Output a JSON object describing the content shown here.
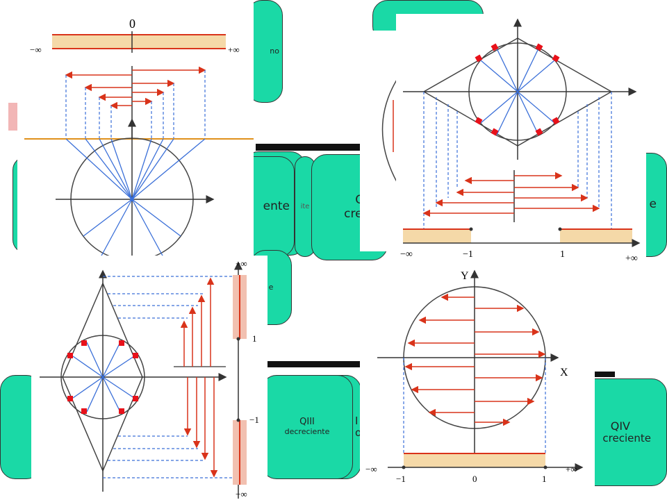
{
  "cards": {
    "top_right_fragment": "no",
    "mid_cut_fragment": "ente",
    "mid_label_a": "Q",
    "mid_label_b": "crec",
    "right_fragment": "e",
    "mid_small_fragment": "e",
    "ite_fragment": "ite",
    "qiii_title": "QIII",
    "qiii_sub": "decreciente",
    "qiv_title": "QIV",
    "qiv_sub": "creciente",
    "bottom_mid_fragment_a": "I",
    "bottom_mid_fragment_b": "o"
  },
  "diagram_top_left": {
    "zero": "0",
    "minus_inf": "−∞",
    "plus_inf": "+∞"
  },
  "diagram_top_right": {
    "minus_inf": "−∞",
    "minus_one": "−1",
    "one": "1",
    "plus_inf": "+∞"
  },
  "diagram_bottom_left": {
    "plus_inf": "+∞",
    "one": "1",
    "minus_one": "−1",
    "minus_inf": "−∞"
  },
  "diagram_bottom_right": {
    "y_axis": "Y",
    "x_axis": "X",
    "minus_inf": "−∞",
    "minus_one": "−1",
    "zero": "0",
    "one": "1",
    "plus_inf": "+∞"
  },
  "colors": {
    "card": "#1ad9a6",
    "arrow": "#d9331a",
    "dashed": "#3a6fd8",
    "ray": "#3a6fd8",
    "highlight": "#f5d9a8",
    "marker": "#e8111a"
  }
}
